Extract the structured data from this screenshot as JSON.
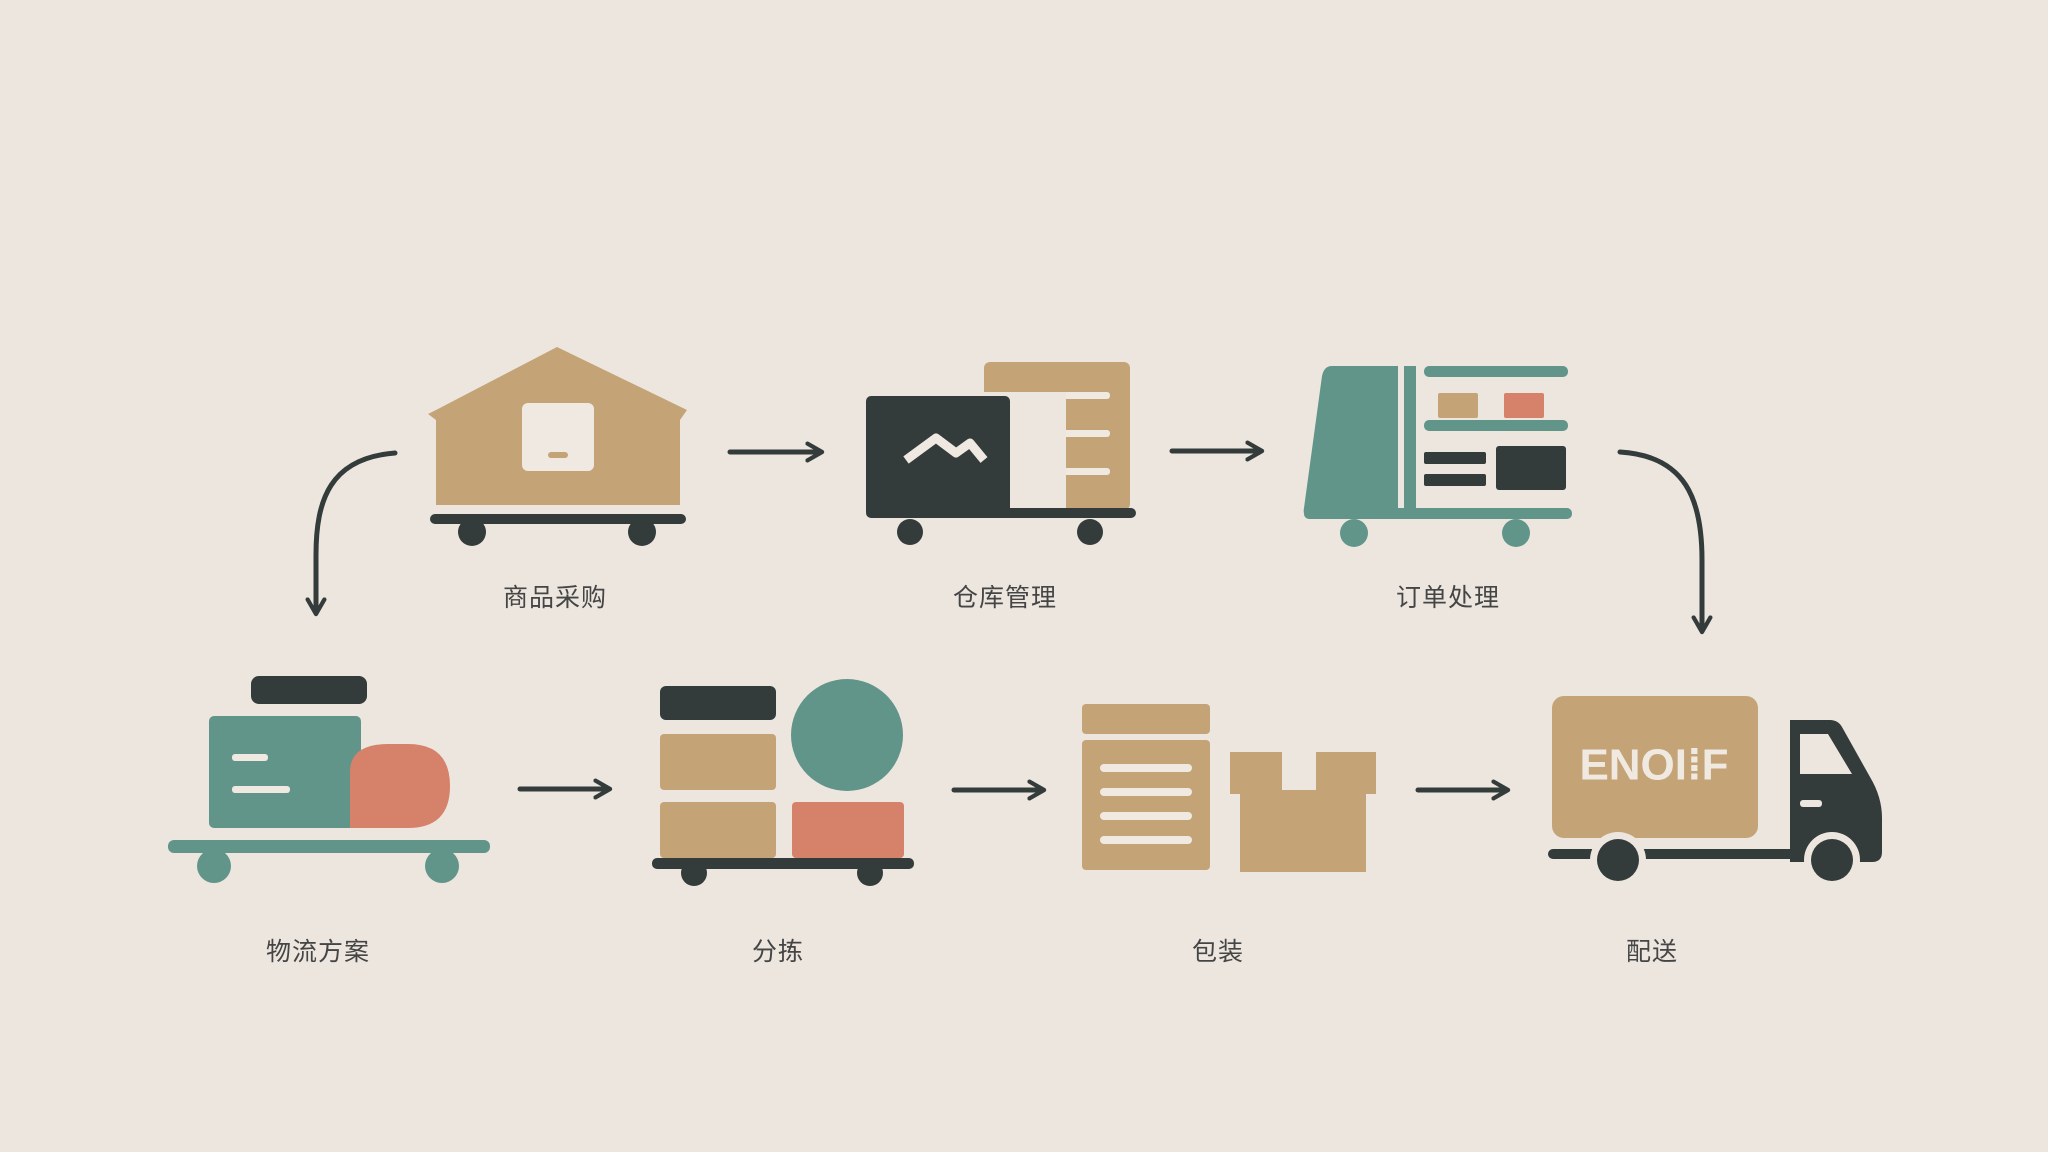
{
  "colors": {
    "background": "#ece6df",
    "tan": "#c4a477",
    "teal": "#62958a",
    "coral": "#d6816a",
    "dark": "#333c3b",
    "cream": "#f0e9e2",
    "label": "#454545"
  },
  "steps": [
    {
      "label": "商品采购",
      "icon": "warehouse-cart-icon"
    },
    {
      "label": "仓库管理",
      "icon": "storage-cart-icon"
    },
    {
      "label": "订单处理",
      "icon": "order-shelf-cart-icon"
    },
    {
      "label": "物流方案",
      "icon": "logistics-cart-icon"
    },
    {
      "label": "分拣",
      "icon": "sorting-cart-icon"
    },
    {
      "label": "包装",
      "icon": "package-box-icon"
    },
    {
      "label": "配送",
      "icon": "delivery-truck-icon"
    }
  ],
  "truck_logo_text": "ENOI⁞F"
}
